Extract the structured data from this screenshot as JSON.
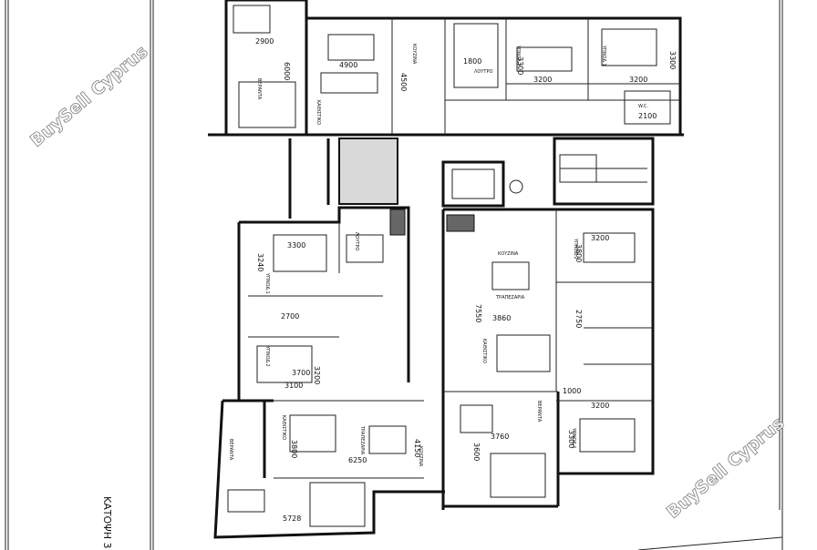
{
  "title": "ΚΑΤΟΨΗ 3",
  "watermark": "BuySell Cyprus",
  "labels": {
    "veranda": "ΒΕΡΑΝΤΑ",
    "kitchen": "ΚΟΥΖΙΝΑ",
    "living": "ΚΑΘΙΣΤΙΚΟ",
    "dining": "ΤΡΑΠΕΖΑΡΙΑ",
    "bedroom1": "ΥΠΝΟΔ.1",
    "bedroom2": "ΥΠΝΟΔ.2",
    "bath": "ΛΟΥΤΡΟ",
    "wc": "W.C."
  },
  "dimensions": {
    "d2900": "2900",
    "d6000": "6000",
    "d4900": "4900",
    "d4500": "4500",
    "d1800": "1800",
    "d3200a": "3200",
    "d3200b": "3200",
    "d3300a": "3300",
    "d3300b": "3300",
    "d2100": "2100",
    "d3300c": "3300",
    "d3240": "3240",
    "d2700": "2700",
    "d3700": "3700",
    "d3100": "3100",
    "d3200c": "3200",
    "d3800a": "3800",
    "d6250": "6250",
    "d4150": "4150",
    "d5728": "5728",
    "d3200d": "3200",
    "d3800b": "3800",
    "d7550": "7550",
    "d3860": "3860",
    "d2750": "2750",
    "d1000": "1000",
    "d3200e": "3200",
    "d3300d": "3300",
    "d3760": "3760",
    "d3600": "3600"
  }
}
